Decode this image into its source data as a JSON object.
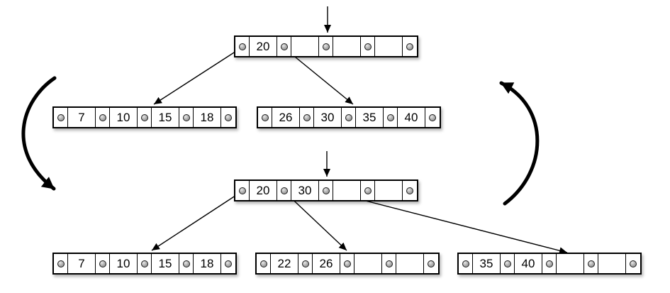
{
  "diagram": {
    "type": "b-tree-insert-split",
    "colors": {
      "line": "#000000",
      "node_fill": "#ffffff",
      "node_border": "#000000",
      "pointer_dot": "#9a9a9a",
      "background": "#ffffff"
    },
    "icons": {
      "pointer_dot": "filled-circle",
      "insert_cursor": "down-arrow",
      "cycle_left": "thick-curved-arrow-down",
      "cycle_right": "thick-curved-arrow-up"
    },
    "before": {
      "root": {
        "values": [
          "20",
          "",
          "",
          ""
        ]
      },
      "children": [
        {
          "values": [
            "7",
            "10",
            "15",
            "18"
          ]
        },
        {
          "values": [
            "26",
            "30",
            "35",
            "40"
          ]
        }
      ]
    },
    "after": {
      "root": {
        "values": [
          "20",
          "30",
          "",
          ""
        ]
      },
      "children": [
        {
          "values": [
            "7",
            "10",
            "15",
            "18"
          ]
        },
        {
          "values": [
            "22",
            "26",
            "",
            ""
          ]
        },
        {
          "values": [
            "35",
            "40",
            "",
            ""
          ]
        }
      ]
    }
  }
}
